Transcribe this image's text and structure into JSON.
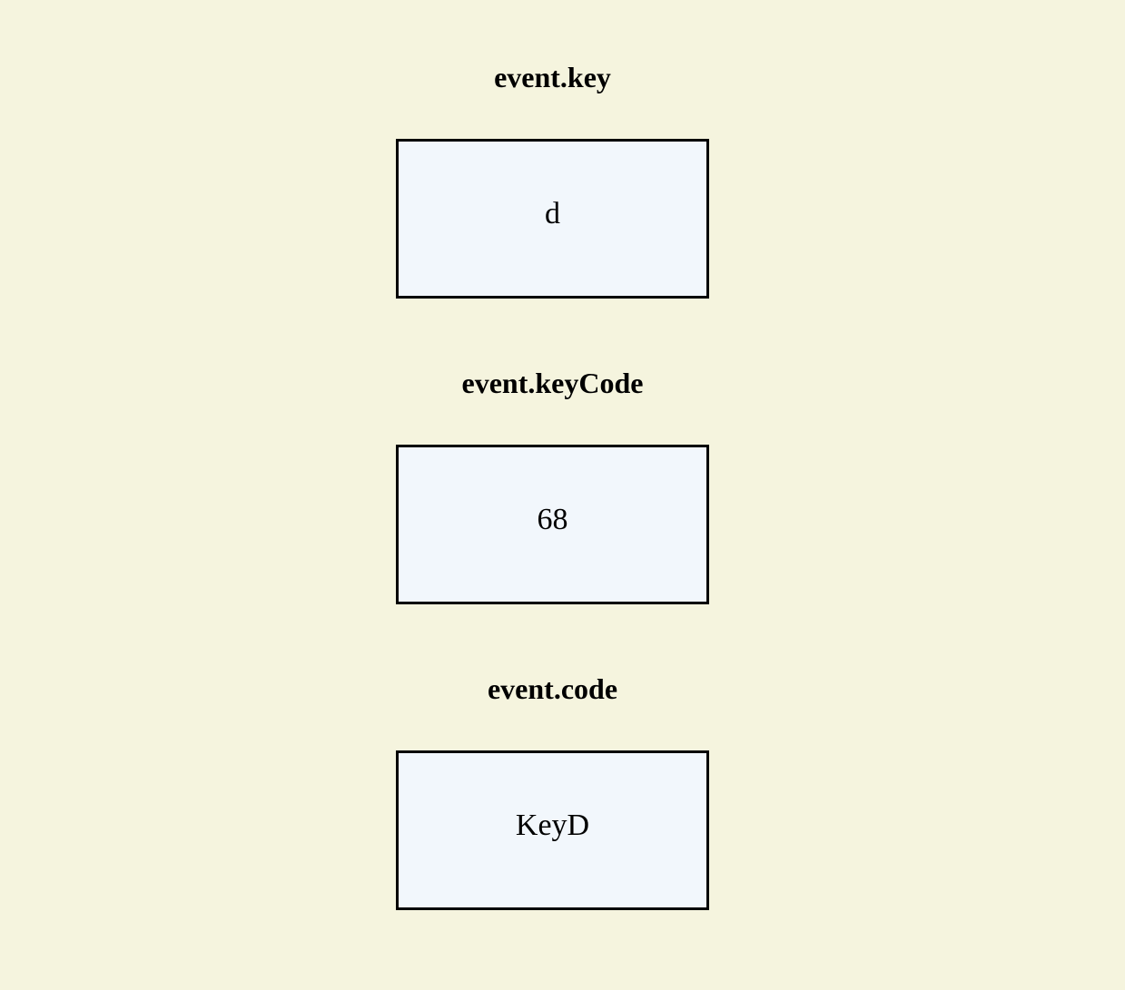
{
  "sections": [
    {
      "label": "event.key",
      "value": "d"
    },
    {
      "label": "event.keyCode",
      "value": "68"
    },
    {
      "label": "event.code",
      "value": "KeyD"
    }
  ],
  "colors": {
    "background": "#f5f4de",
    "box_fill": "#f2f7fc",
    "box_border": "#000000"
  }
}
